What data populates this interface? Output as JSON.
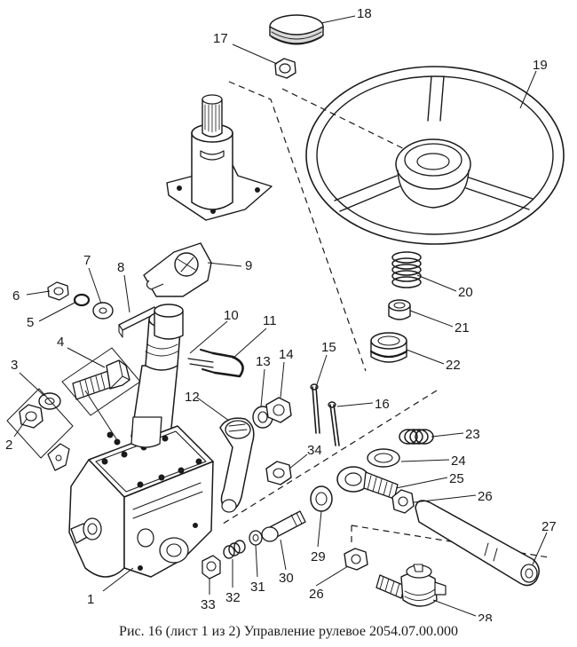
{
  "caption": "Рис. 16 (лист 1 из 2) Управление рулевое 2054.07.00.000",
  "labels": [
    "1",
    "2",
    "3",
    "4",
    "5",
    "6",
    "7",
    "8",
    "9",
    "10",
    "11",
    "12",
    "13",
    "14",
    "15",
    "16",
    "17",
    "18",
    "19",
    "20",
    "21",
    "22",
    "23",
    "24",
    "25",
    "26",
    "27",
    "28",
    "29",
    "30",
    "31",
    "32",
    "33",
    "34"
  ]
}
